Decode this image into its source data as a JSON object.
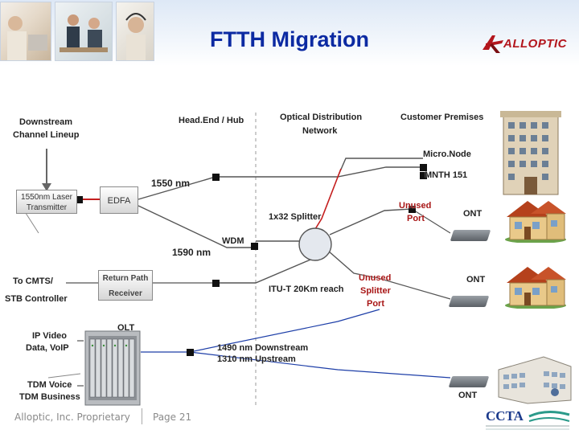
{
  "header": {
    "title": "FTTH Migration",
    "logo_text": "ALLOPTIC",
    "colors": {
      "title": "#0c2aa2",
      "logo": "#b3161d",
      "fiber_red": "#c41e1e",
      "fiber_blue": "#1e3fa8"
    }
  },
  "sections": {
    "headend": "Head.End / Hub",
    "odn_line1": "Optical Distribution",
    "odn_line2": "Network",
    "customer": "Customer Premises"
  },
  "inputs": {
    "downstream_line1": "Downstream",
    "downstream_line2": "Channel Lineup",
    "cmts_line1": "To CMTS/",
    "cmts_line2": "STB Controller",
    "ipvideo_line1": "IP Video",
    "ipvideo_line2": "Data, VoIP",
    "tdm_line1": "TDM Voice",
    "tdm_line2": "TDM Business"
  },
  "equipment": {
    "laser_line1": "1550nm Laser",
    "laser_line2": "Transmitter",
    "edfa": "EDFA",
    "return_path": "Return Path",
    "receiver": "Receiver",
    "olt": "OLT",
    "wdm": "WDM",
    "splitter": "1x32 Splitter",
    "micronode": "Micro.Node",
    "mnth": "MNTH 151"
  },
  "annotations": {
    "nm1550": "1550 nm",
    "nm1590": "1590 nm",
    "itu": "ITU-T 20Km reach",
    "unused_port_line1": "Unused",
    "unused_port_line2": "Port",
    "unused_split_line1": "Unused",
    "unused_split_line2": "Splitter",
    "unused_split_line3": "Port",
    "nm1490": "1490 nm Downstream",
    "nm1310": "1310 nm Upstream",
    "ont1": "ONT",
    "ont2": "ONT",
    "ont3": "ONT"
  },
  "footer": {
    "company": "Alloptic, Inc. Proprietary",
    "page": "Page 21",
    "ccta_logo": "CCTA"
  },
  "icons": [
    "photo-office",
    "photo-meeting",
    "photo-headset",
    "alloptic-logo-icon",
    "apartment-building-icon",
    "house-icon",
    "office-building-icon",
    "ont-device-icon",
    "olt-chassis-icon",
    "ccta-logo-icon"
  ]
}
